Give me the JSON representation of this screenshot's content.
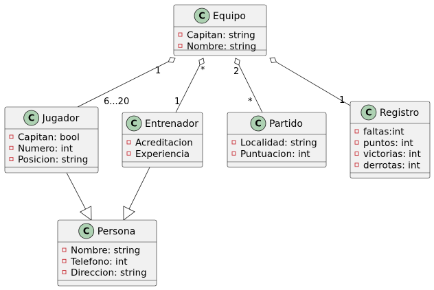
{
  "diagram": {
    "classes": [
      {
        "id": "equipo",
        "badge": "C",
        "name": "Equipo",
        "attributes": [
          "Capitan: string",
          "Nombre: string"
        ]
      },
      {
        "id": "jugador",
        "badge": "C",
        "name": "Jugador",
        "attributes": [
          "Capitan: bool",
          "Numero: int",
          "Posicion: string"
        ]
      },
      {
        "id": "entrenador",
        "badge": "C",
        "name": "Entrenador",
        "attributes": [
          "Acreditacion",
          "Experiencia"
        ]
      },
      {
        "id": "partido",
        "badge": "C",
        "name": "Partido",
        "attributes": [
          "Localidad: string",
          "Puntuacion: int"
        ]
      },
      {
        "id": "registro",
        "badge": "C",
        "name": "Registro",
        "attributes": [
          "faltas:int",
          "puntos: int",
          "victorias: int",
          "derrotas: int"
        ]
      },
      {
        "id": "persona",
        "badge": "C",
        "name": "Persona",
        "attributes": [
          "Nombre: string",
          "Telefono: int",
          "Direccion: string"
        ]
      }
    ],
    "relations": [
      {
        "id": "equipo-jugador",
        "type": "aggregation",
        "from": "equipo",
        "to": "jugador",
        "from_mult": "1",
        "to_mult": "6...20"
      },
      {
        "id": "equipo-entrenador",
        "type": "aggregation",
        "from": "equipo",
        "to": "entrenador",
        "from_mult": "*",
        "to_mult": "1"
      },
      {
        "id": "equipo-partido",
        "type": "aggregation",
        "from": "equipo",
        "to": "partido",
        "from_mult": "2",
        "to_mult": "*"
      },
      {
        "id": "equipo-registro",
        "type": "aggregation",
        "from": "equipo",
        "to": "registro",
        "from_mult": "",
        "to_mult": "1"
      },
      {
        "id": "jugador-persona",
        "type": "inheritance",
        "from": "jugador",
        "to": "persona"
      },
      {
        "id": "entrenador-persona",
        "type": "inheritance",
        "from": "entrenador",
        "to": "persona"
      }
    ],
    "colors": {
      "box_fill": "#f1f1f1",
      "border": "#181818",
      "badge_fill": "#add1b2",
      "private_marker": "#c82930"
    }
  }
}
